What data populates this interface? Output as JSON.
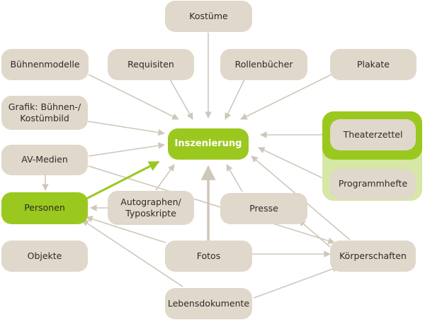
{
  "diagram": {
    "center": "Inszenierung",
    "nodes": {
      "kostueme": "Kostüme",
      "buehnenmodelle": "Bühnenmodelle",
      "requisiten": "Requisiten",
      "rollenbuecher": "Rollenbücher",
      "plakate": "Plakate",
      "grafik": "Grafik: Bühnen-/\nKostümbild",
      "theaterzettel": "Theaterzettel",
      "av_medien": "AV-Medien",
      "programmhefte": "Programmhefte",
      "personen": "Personen",
      "autographen": "Autographen/\nTyposkripte",
      "presse": "Presse",
      "objekte": "Objekte",
      "fotos": "Fotos",
      "koerperschaften": "Körperschaften",
      "lebensdokumente": "Lebensdokumente"
    },
    "colors": {
      "node_fill": "#e0d8cb",
      "accent_green": "#9bc81f",
      "light_green": "#d7e8a6",
      "arrow_gray": "#cfc7bb",
      "text_dark": "#2e2a25",
      "text_light": "#ffffff"
    }
  }
}
